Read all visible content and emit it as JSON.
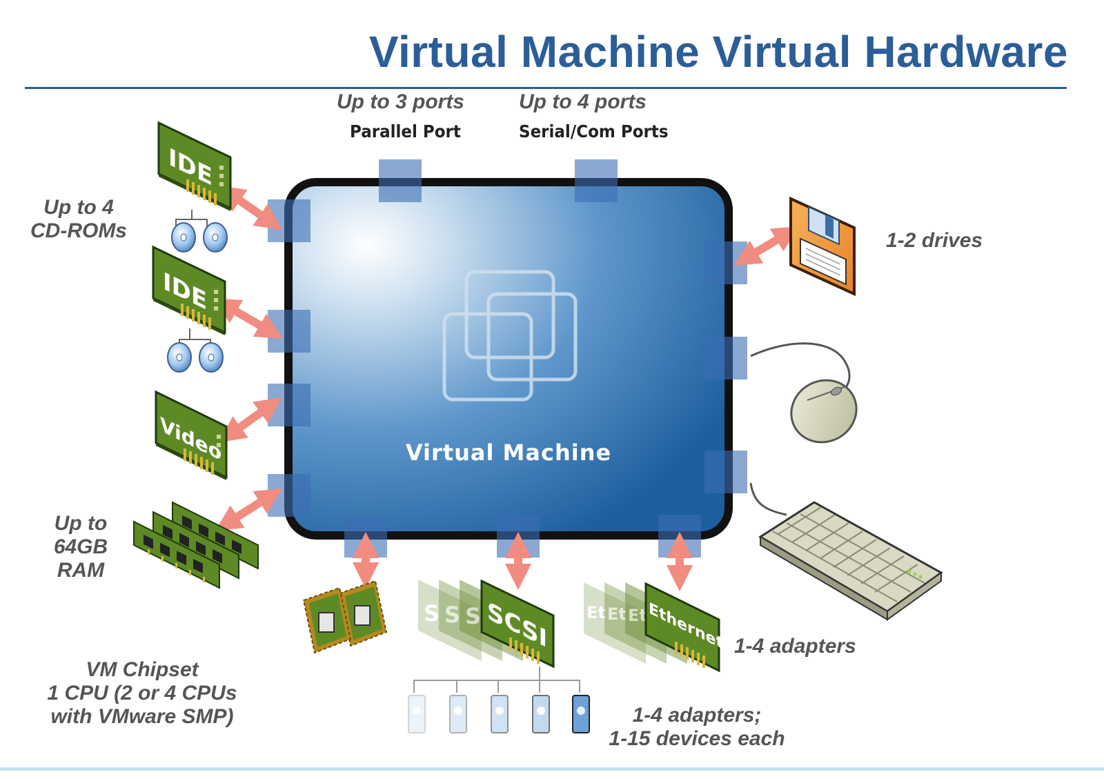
{
  "title": "Virtual Machine Virtual Hardware",
  "vm_label": "Virtual Machine",
  "labels": {
    "parallel_count": "Up to 3 ports",
    "parallel_name": "Parallel Port",
    "serial_count": "Up to 4 ports",
    "serial_name": "Serial/Com Ports",
    "cdrom": [
      "Up to 4",
      "CD-ROMs"
    ],
    "ram": [
      "Up to",
      "64GB",
      "RAM"
    ],
    "chipset": [
      "VM Chipset",
      "1 CPU (2 or 4 CPUs",
      "with VMware SMP)"
    ],
    "floppy": "1-2 drives",
    "ethernet": "1-4 adapters",
    "scsi": [
      "1-4 adapters;",
      "1-15 devices each"
    ]
  },
  "cards": {
    "ide1": "IDE",
    "ide2": "IDE",
    "video": "Video",
    "scsi": "SCSI",
    "ethernet": "Ethernet",
    "ghost_scsi": "S",
    "ghost_eth": "Et"
  },
  "colors": {
    "title": "#2b5e98",
    "card_green": "#5e8a25",
    "arrow": "#f08c80",
    "port": "#3c6eb4",
    "vm_blue": "#2a6fb2",
    "floppy": "#f39a3c"
  },
  "icons": [
    "ide-card-icon",
    "cd-rom-icon",
    "video-card-icon",
    "ram-module-icon",
    "cpu-chip-icon",
    "scsi-card-icon",
    "ethernet-card-icon",
    "floppy-disk-icon",
    "mouse-icon",
    "keyboard-icon",
    "hard-disk-icon",
    "vmware-logo-icon"
  ]
}
